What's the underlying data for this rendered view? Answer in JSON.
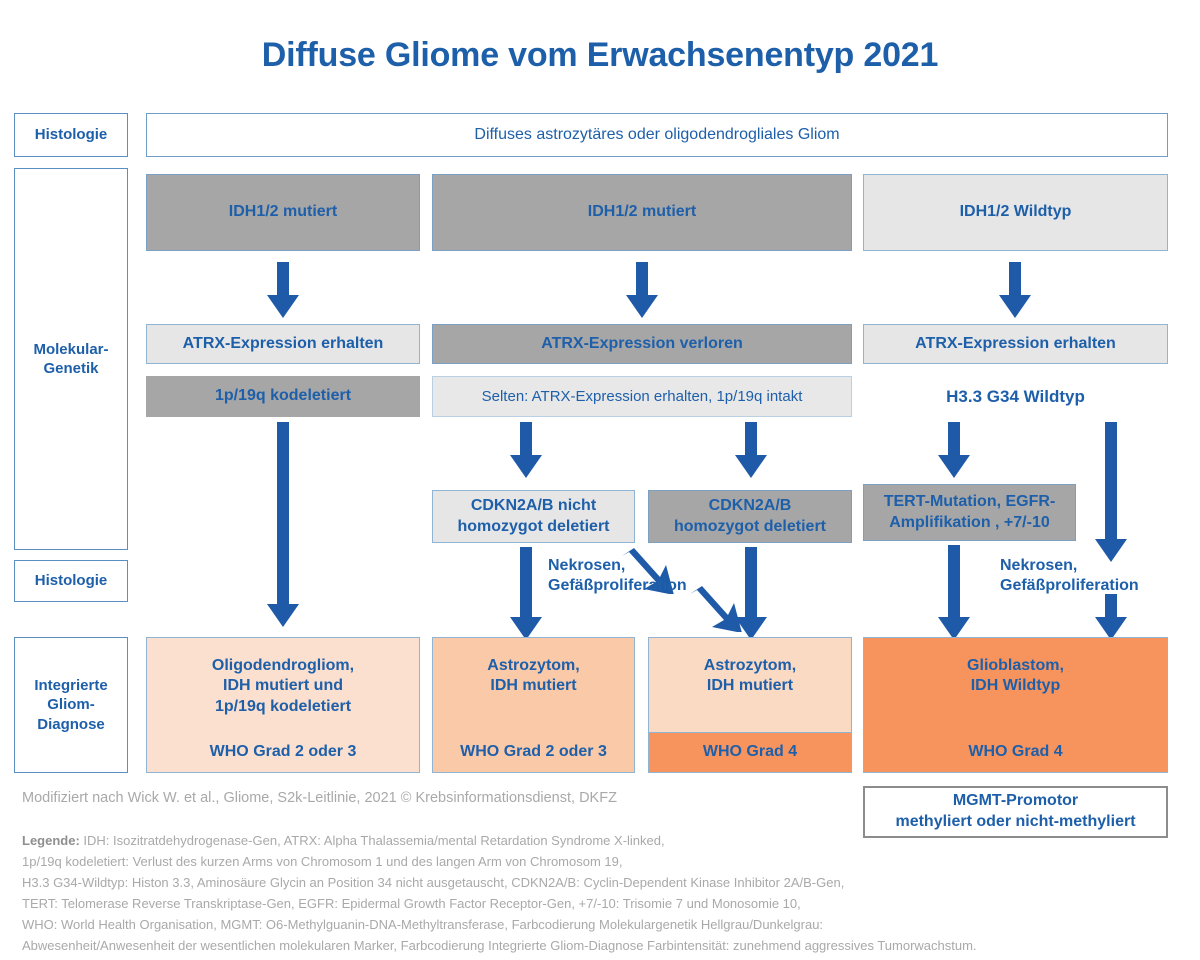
{
  "title": "Diffuse Gliome vom Erwachsenentyp 2021",
  "row_labels": {
    "histology_top": "Histologie",
    "molecular": "Molekular-\nGenetik",
    "histology_bottom": "Histologie",
    "diagnosis": "Integrierte\nGliom-\nDiagnose"
  },
  "histology_banner": "Diffuses astrozytäres oder oligodendrogliales  Gliom",
  "idh_row": {
    "col1": "IDH1/2 mutiert",
    "col2": "IDH1/2 mutiert",
    "col3": "IDH1/2 Wildtyp"
  },
  "atrx_row": {
    "col1": "ATRX-Expression erhalten",
    "col2": "ATRX-Expression verloren",
    "col3": "ATRX-Expression erhalten"
  },
  "marker_row": {
    "col1": "1p/19q kodeletiert",
    "col2": "Selten: ATRX-Expression erhalten, 1p/19q intakt",
    "col3": "H3.3 G34 Wildtyp"
  },
  "cdkn_row": {
    "box1": "CDKN2A/B nicht\nhomozygot deletiert",
    "box2": "CDKN2A/B\nhomozygot deletiert",
    "box3": "TERT-Mutation, EGFR-\nAmplifikation , +7/-10"
  },
  "necrosis_labels": {
    "middle": "Nekrosen,\nGefäßproliferation",
    "right": "Nekrosen,\nGefäßproliferation"
  },
  "diagnoses": [
    {
      "name": "Oligodendrogliom,\nIDH mutiert und\n1p/19q kodeletiert",
      "grade": "WHO Grad 2 oder 3",
      "body_color": "#fbe0cf",
      "grade_color": "#fbe0cf"
    },
    {
      "name": "Astrozytom,\nIDH mutiert",
      "grade": "WHO Grad 2 oder 3",
      "body_color": "#f9c9a8",
      "grade_color": "#f9c9a8"
    },
    {
      "name": "Astrozytom,\nIDH mutiert",
      "grade": "WHO Grad 4",
      "body_color": "#fbdac4",
      "grade_color": "#f7945d"
    },
    {
      "name": "Glioblastom,\nIDH Wildtyp",
      "grade": "WHO Grad 4",
      "body_color": "#f7945d",
      "grade_color": "#f7945d"
    }
  ],
  "mgmt": "MGMT-Promotor\nmethyliert oder nicht-methyliert",
  "credit": "Modifiziert nach Wick W. et al., Gliome, S2k-Leitlinie, 2021 © Krebsinformationsdienst, DKFZ",
  "legend": {
    "lead": "Legende:",
    "lines": [
      " IDH: Isozitratdehydrogenase-Gen, ATRX: Alpha Thalassemia/mental Retardation Syndrome X-linked,",
      "1p/19q kodeletiert: Verlust des kurzen Arms von Chromosom 1 und des langen Arm von Chromosom 19,",
      " H3.3 G34-Wildtyp: Histon 3.3, Aminosäure Glycin an Position 34 nicht ausgetauscht, CDKN2A/B: Cyclin-Dependent Kinase Inhibitor 2A/B-Gen,",
      "TERT:  Telomerase Reverse Transkriptase-Gen, EGFR: Epidermal Growth Factor Receptor-Gen, +7/-10: Trisomie 7 und Monosomie 10,",
      "WHO: World Health Organisation, MGMT:  O6-Methylguanin-DNA-Methyltransferase,  Farbcodierung Molekulargenetik Hellgrau/Dunkelgrau:",
      "Abwesenheit/Anwesenheit der wesentlichen molekularen Marker, Farbcodierung Integrierte Gliom-Diagnose Farbintensität: zunehmend aggressives Tumorwachstum."
    ]
  },
  "colors": {
    "accent_blue": "#1e5faa",
    "arrow_blue": "#1f5aa8",
    "grey_dark": "#a6a6a6",
    "grey_light": "#e6e6e6"
  }
}
